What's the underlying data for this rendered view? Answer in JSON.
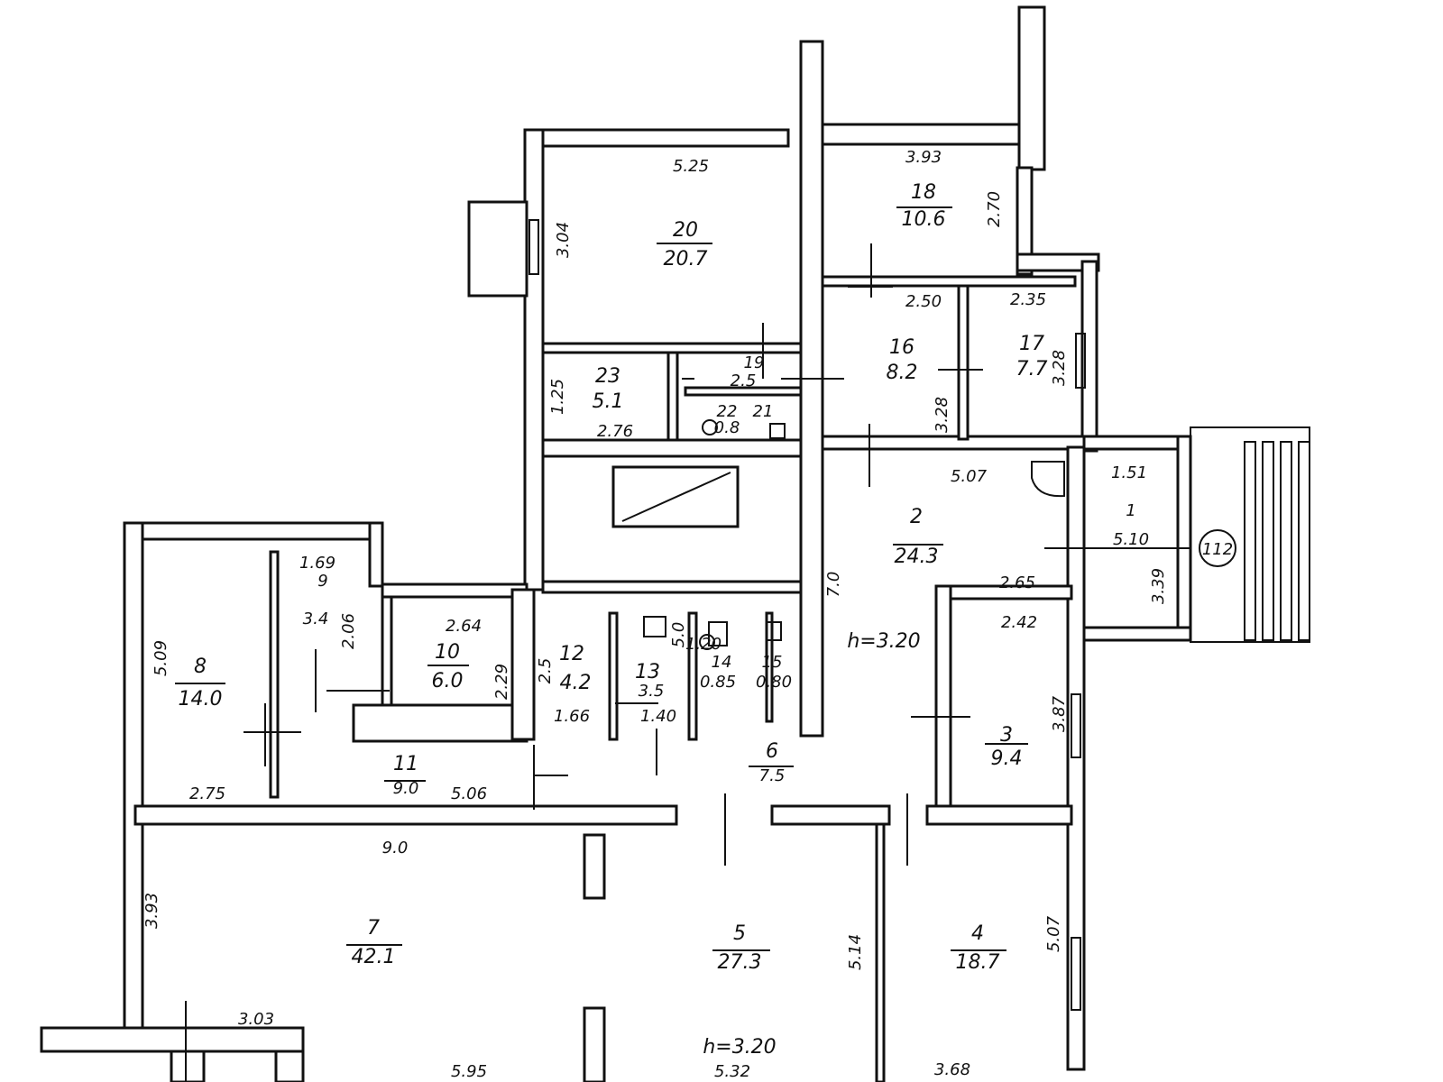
{
  "plan": {
    "rooms": [
      {
        "id": "20",
        "num": "20",
        "area": "20.7"
      },
      {
        "id": "18",
        "num": "18",
        "area": "10.6"
      },
      {
        "id": "16",
        "num": "16",
        "area": "8.2"
      },
      {
        "id": "17",
        "num": "17",
        "area": "7.7"
      },
      {
        "id": "23",
        "num": "23",
        "area": "5.1"
      },
      {
        "id": "19",
        "num": "19",
        "area": "2.5"
      },
      {
        "id": "22",
        "num": "22",
        "area": "0.8"
      },
      {
        "id": "21",
        "num": "21",
        "area": ""
      },
      {
        "id": "2",
        "num": "2",
        "area": "24.3"
      },
      {
        "id": "1",
        "num": "1",
        "area": "5.10"
      },
      {
        "id": "9",
        "num": "9",
        "area": "3.4"
      },
      {
        "id": "8",
        "num": "8",
        "area": "14.0"
      },
      {
        "id": "10",
        "num": "10",
        "area": "6.0"
      },
      {
        "id": "12",
        "num": "12",
        "area": "4.2"
      },
      {
        "id": "13",
        "num": "13",
        "area": "3.5"
      },
      {
        "id": "14",
        "num": "14",
        "area": ""
      },
      {
        "id": "15",
        "num": "15",
        "area": ""
      },
      {
        "id": "3",
        "num": "3",
        "area": "9.4"
      },
      {
        "id": "11",
        "num": "11",
        "area": "9.0"
      },
      {
        "id": "6",
        "num": "6",
        "area": "7.5"
      },
      {
        "id": "7",
        "num": "7",
        "area": "42.1"
      },
      {
        "id": "5",
        "num": "5",
        "area": "27.3"
      },
      {
        "id": "4",
        "num": "4",
        "area": "18.7"
      }
    ],
    "dimensions": [
      "5.25",
      "3.93",
      "2.70",
      "3.04",
      "2.50",
      "2.35",
      "3.28",
      "3.28",
      "1.25",
      "2.76",
      "5.07",
      "1.51",
      "3.39",
      "2.65",
      "2.42",
      "3.87",
      "1.69",
      "2.06",
      "5.09",
      "2.64",
      "2.29",
      "2.5",
      "5.0",
      "1.66",
      "1.40",
      "0.85",
      "0.80",
      "2.75",
      "5.06",
      "9.0",
      "3.93",
      "5.14",
      "5.07",
      "3.03",
      "5.95",
      "5.32",
      "3.68",
      "7.0",
      "1.20"
    ],
    "height_notes": [
      "h=3.20",
      "h=3.20"
    ],
    "stamp": "112"
  }
}
